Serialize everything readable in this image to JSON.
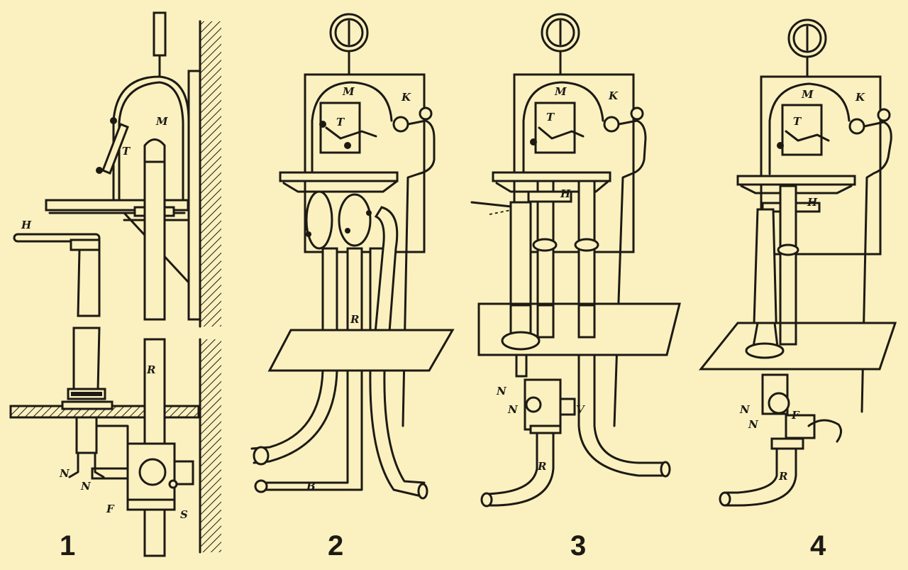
{
  "background_color": "#fbf0bf",
  "ink_color": "#1d1a14",
  "panels": [
    {
      "number": "1",
      "labels": {
        "M": "M",
        "T": "T",
        "H": "H",
        "R": "R",
        "N1": "N",
        "N2": "N",
        "F": "F",
        "S": "S"
      }
    },
    {
      "number": "2",
      "labels": {
        "M": "M",
        "T": "T",
        "K": "K",
        "R": "R",
        "B": "B"
      }
    },
    {
      "number": "3",
      "labels": {
        "M": "M",
        "T": "T",
        "K": "K",
        "H": "H",
        "N1": "N",
        "N2": "N",
        "V": "V",
        "R": "R"
      }
    },
    {
      "number": "4",
      "labels": {
        "M": "M",
        "T": "T",
        "K": "K",
        "H": "H",
        "N1": "N",
        "N2": "N",
        "F": "F",
        "R": "R"
      }
    }
  ]
}
